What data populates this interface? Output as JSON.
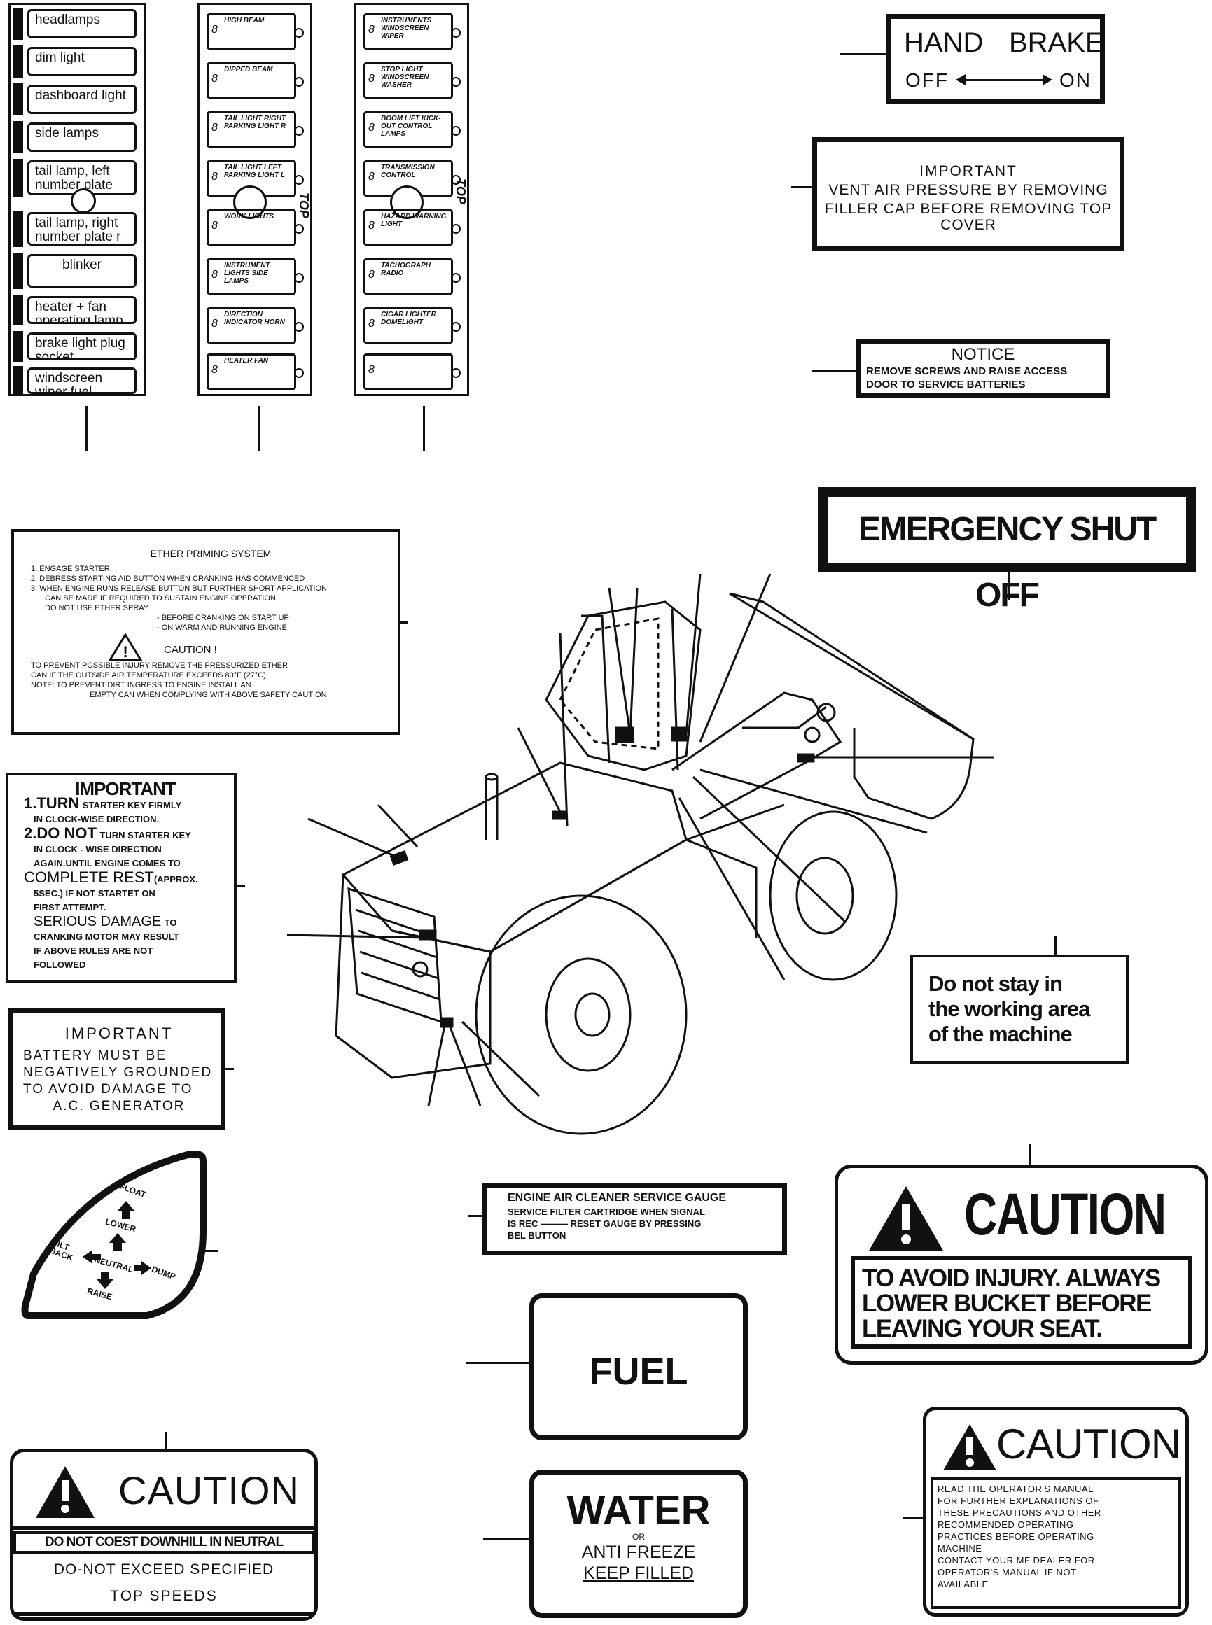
{
  "fuse_panel_1": {
    "items": [
      "headlamps",
      "dim light",
      "dashboard light",
      "side lamps",
      "tail lamp, left number plate left",
      "tail lamp, right number plate r",
      "blinker",
      "heater + fan operating lamp",
      "brake light plug socket",
      "windscreen wiper fuel gauge"
    ]
  },
  "fuse_panel_2": {
    "items": [
      "HIGH BEAM",
      "DIPPED BEAM",
      "TAIL LIGHT RIGHT PARKING LIGHT R",
      "TAIL LIGHT LEFT PARKING LIGHT L",
      "WORK LIGHTS",
      "INSTRUMENT LIGHTS SIDE LAMPS",
      "DIRECTION INDICATOR HORN",
      "HEATER FAN"
    ],
    "top_tag": "TOP",
    "fuse_mark": "8"
  },
  "fuse_panel_3": {
    "items": [
      "INSTRUMENTS WINDSCREEN WIPER",
      "STOP LIGHT WINDSCREEN WASHER",
      "BOOM LIFT KICK-OUT CONTROL LAMPS",
      "TRANSMISSION CONTROL",
      "HAZARD WARNING LIGHT",
      "TACHOGRAPH RADIO",
      "CIGAR LIGHTER DOMELIGHT",
      ""
    ],
    "top_tag": "TOP",
    "fuse_mark": "8"
  },
  "hand_brake": {
    "title_left": "HAND",
    "title_right": "BRAKE",
    "off": "OFF",
    "on": "ON"
  },
  "important_vent": {
    "heading": "IMPORTANT",
    "lines": [
      "VENT AIR PRESSURE BY REMOVING",
      "FILLER CAP   BEFORE REMOVING TOP",
      "COVER"
    ]
  },
  "notice": {
    "heading": "NOTICE",
    "lines": [
      "REMOVE  SCREWS  AND  RAISE  ACCESS",
      "DOOR  TO  SERVICE  BATTERIES"
    ]
  },
  "emergency": {
    "text": "EMERGENCY SHUT OFF"
  },
  "ether": {
    "heading": "ETHER PRIMING SYSTEM",
    "steps": [
      "1.  ENGAGE STARTER",
      "2.  DEBRESS STARTING AID BUTTON WHEN CRANKING HAS COMMENCED",
      "3.  WHEN ENGINE RUNS RELEASE BUTTON BUT FURTHER SHORT APPLICATION",
      "CAN BE MADE IF REQUIRED TO SUSTAIN ENGINE OPERATION",
      "DO NOT USE ETHER SPRAY",
      "- BEFORE CRANKING ON START UP",
      "- ON  WARM AND RUNNING ENGINE"
    ],
    "caution_label": "CAUTION !",
    "notes": [
      "TO PREVENT POSSIBLE INJURY REMOVE THE PRESSURIZED ETHER",
      "CAN IF THE OUTSIDE AIR TEMPERATURE EXCEEDS 80°F (27°C)",
      "NOTE: TO PREVENT DIRT INGRESS TO ENGINE INSTALL AN",
      "EMPTY CAN WHEN COMPLYING WITH ABOVE SAFETY CAUTION"
    ]
  },
  "important_starter": {
    "heading": "IMPORTANT",
    "l1a": "1.TURN",
    "l1b": "STARTER KEY FIRMLY",
    "l2": "IN CLOCK-WISE DIRECTION.",
    "l3a": "2.DO NOT",
    "l3b": "TURN STARTER KEY",
    "l4": "IN CLOCK - WISE DIRECTION",
    "l5": "AGAIN.UNTIL ENGINE COMES TO",
    "l6a": "COMPLETE REST",
    "l6b": "(APPROX.",
    "l7": "5SEC.) IF NOT STARTET ON",
    "l8": "FIRST ATTEMPT.",
    "l9a": "SERIOUS DAMAGE",
    "l9b": "TO",
    "l10": "CRANKING MOTOR MAY RESULT",
    "l11": "IF ABOVE RULES ARE NOT",
    "l12": "FOLLOWED"
  },
  "important_battery": {
    "heading": "IMPORTANT",
    "lines": [
      "BATTERY  MUST  BE",
      "NEGATIVELY  GROUNDED",
      "TO  AVOID  DAMAGE  TO",
      "A.C. GENERATOR"
    ]
  },
  "lever": {
    "float": "FLOAT",
    "lower": "LOWER",
    "tilt_back": "TILT BACK",
    "neutral": "NEUTRAL",
    "dump": "DUMP",
    "raise": "RAISE"
  },
  "air_cleaner": {
    "title": "ENGINE  AIR  CLEANER  SERVICE  GAUGE",
    "lines": [
      "SERVICE  FILTER CARTRIDGE  WHEN  SIGNAL",
      "IS REC ——— RESET  GAUGE  BY   PRESSING",
      "BEL  BUTTON"
    ]
  },
  "fuel": {
    "text": "FUEL"
  },
  "water": {
    "title": "WATER",
    "or": "OR",
    "line2": "ANTI FREEZE",
    "line3": "KEEP FILLED"
  },
  "do_not_stay": {
    "lines": [
      "Do not stay in",
      "the working area",
      "of the machine"
    ]
  },
  "caution_bucket": {
    "title": "CAUTION",
    "lines": [
      "TO AVOID INJURY. ALWAYS",
      "LOWER  BUCKET  BEFORE",
      "LEAVING YOUR SEAT."
    ]
  },
  "caution_coast": {
    "title": "CAUTION",
    "line1": "DO NOT COEST DOWNHILL IN NEUTRAL",
    "line2": "DO-NOT  EXCEED  SPECIFIED",
    "line3": "TOP  SPEEDS"
  },
  "caution_manual": {
    "title": "CAUTION",
    "lines": [
      "READ  THE  OPERATOR'S  MANUAL",
      "FOR  FURTHER  EXPLANATIONS  OF",
      "THESE  PRECAUTIONS  AND  OTHER",
      "RECOMMENDED  OPERATING",
      "PRACTICES    BEFORE   OPERATING",
      "MACHINE",
      "CONTACT   YOUR   MF  DEALER  FOR",
      "OPERATOR'S  MANUAL  IF  NOT",
      "AVAILABLE"
    ]
  }
}
